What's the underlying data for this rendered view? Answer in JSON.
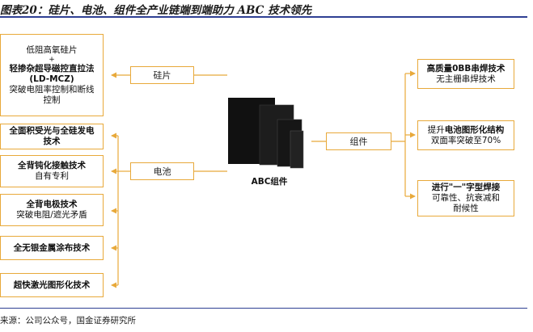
{
  "title": "图表20：硅片、电池、组件全产业链端到端助力 ABC 技术领先",
  "source": "来源：公司公众号，国金证券研究所",
  "left_boxes": [
    {
      "lines": [
        {
          "text": "低阻高氧硅片",
          "bold": false
        },
        {
          "text": "+",
          "bold": false
        },
        {
          "text": "轻掺杂超导磁控直拉法",
          "bold": true
        },
        {
          "text": "(LD-MCZ)",
          "bold": true
        },
        {
          "text": "突破电阻率控制和断线",
          "bold": false
        },
        {
          "text": "控制",
          "bold": false
        }
      ]
    },
    {
      "lines": [
        {
          "text": "全面积受光与全硅发电",
          "bold": true
        },
        {
          "text": "技术",
          "bold": true
        }
      ]
    },
    {
      "lines": [
        {
          "text": "全背钝化接触技术",
          "bold": true
        },
        {
          "text": "自有专利",
          "bold": false
        }
      ]
    },
    {
      "lines": [
        {
          "text": "全背电极技术",
          "bold": true
        },
        {
          "text": "突破电阻/遮光矛盾",
          "bold": false
        }
      ]
    },
    {
      "lines": [
        {
          "text": "全无银金属涂布技术",
          "bold": true
        }
      ]
    },
    {
      "lines": [
        {
          "text": "超快激光图形化技术",
          "bold": true
        }
      ]
    }
  ],
  "connectors": {
    "wafer": "硅片",
    "cell": "电池",
    "module": "组件"
  },
  "center_caption": "ABC组件",
  "right_boxes": [
    {
      "segments": [
        [
          {
            "text": "高质量0BB串焊技术",
            "bold": true
          }
        ],
        [
          {
            "text": "无主栅串焊技术",
            "bold": false
          }
        ]
      ]
    },
    {
      "segments": [
        [
          {
            "text": "提升",
            "bold": false
          },
          {
            "text": "电池图形化结构",
            "bold": true
          }
        ],
        [
          {
            "text": "双面率突破至70%",
            "bold": false
          }
        ]
      ]
    },
    {
      "segments": [
        [
          {
            "text": "进行\"一\"字型焊接",
            "bold": true
          }
        ],
        [
          {
            "text": "可靠性、抗衰减和",
            "bold": false
          }
        ],
        [
          {
            "text": "耐候性",
            "bold": false
          }
        ]
      ]
    }
  ]
}
